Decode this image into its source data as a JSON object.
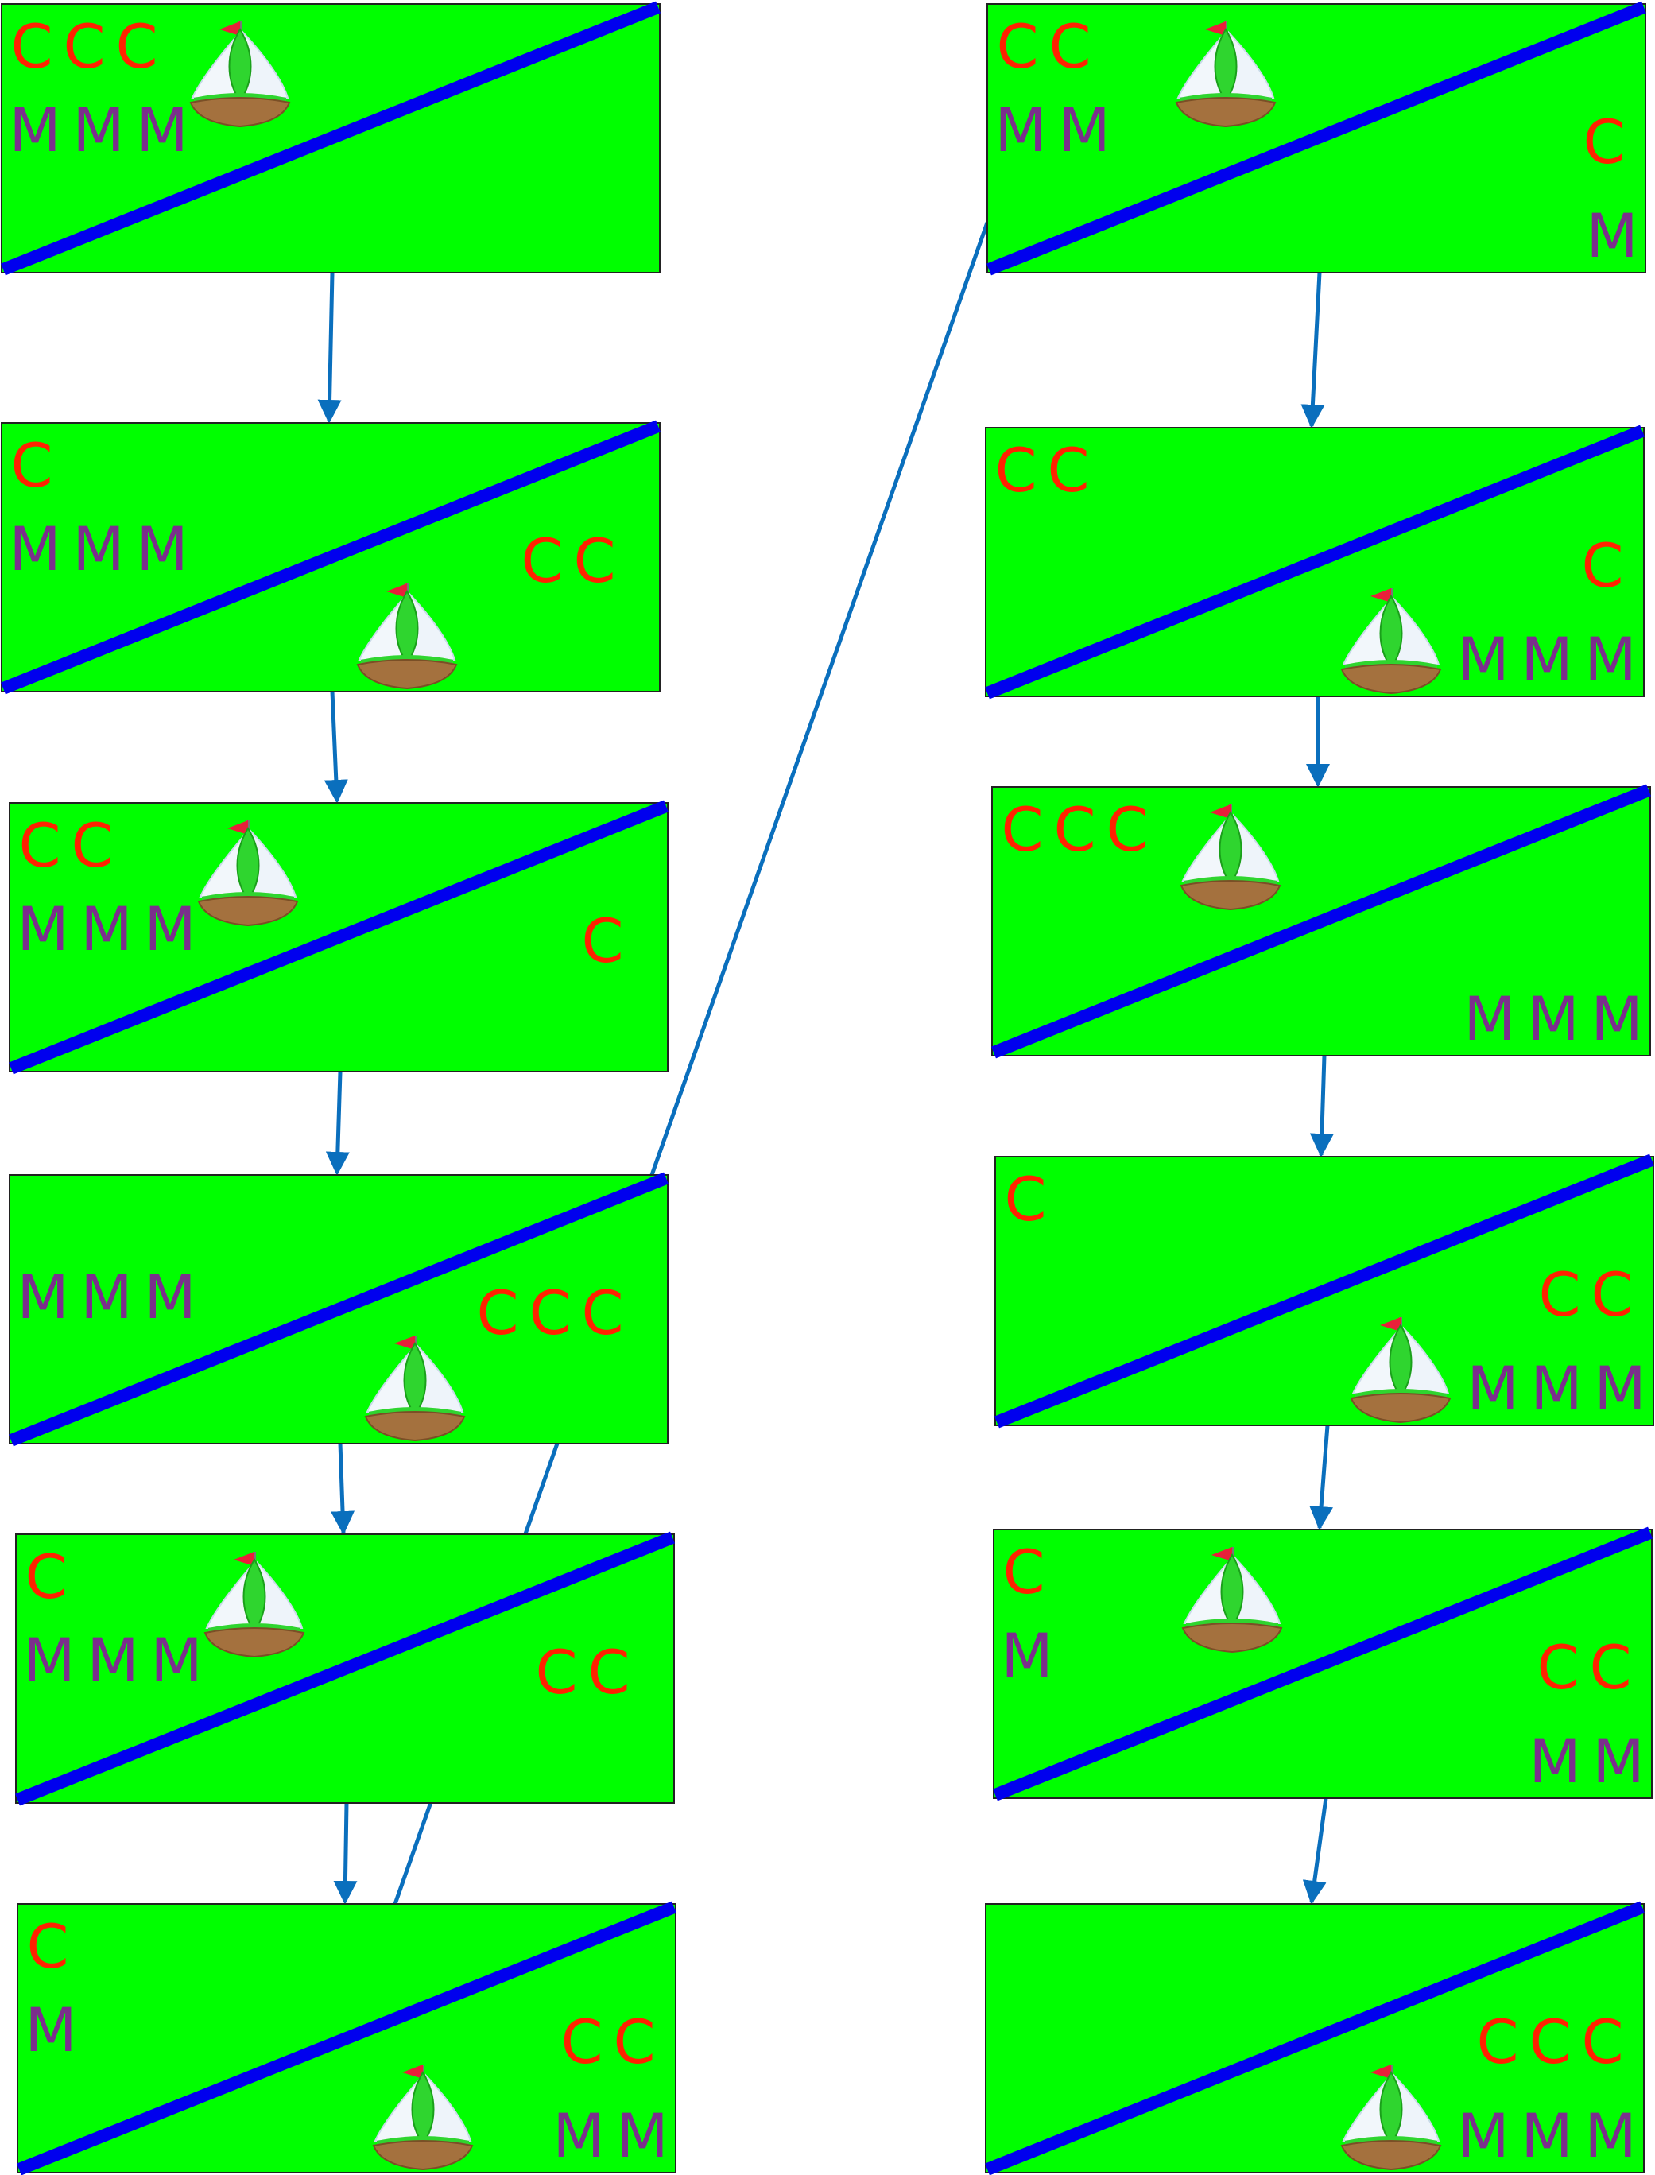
{
  "colors": {
    "bank": "#00ff00",
    "border": "#222222",
    "river": "#0000ee",
    "arrow": "#0a6fbd",
    "cannibal": "#ff2200",
    "missionary": "#7b2f8c",
    "background": "#ffffff"
  },
  "icon": "sailboat-icon",
  "glyphs": {
    "cannibal": "C",
    "missionary": "M"
  },
  "states": [
    {
      "boat": "left",
      "left": {
        "c": 3,
        "m": 3
      },
      "right": {
        "c": 0,
        "m": 0
      }
    },
    {
      "boat": "right",
      "left": {
        "c": 1,
        "m": 3
      },
      "right": {
        "c": 2,
        "m": 0
      }
    },
    {
      "boat": "left",
      "left": {
        "c": 2,
        "m": 3
      },
      "right": {
        "c": 1,
        "m": 0
      }
    },
    {
      "boat": "right",
      "left": {
        "c": 0,
        "m": 3
      },
      "right": {
        "c": 3,
        "m": 0
      }
    },
    {
      "boat": "left",
      "left": {
        "c": 1,
        "m": 3
      },
      "right": {
        "c": 2,
        "m": 0
      }
    },
    {
      "boat": "right",
      "left": {
        "c": 1,
        "m": 1
      },
      "right": {
        "c": 2,
        "m": 2
      }
    },
    {
      "boat": "left",
      "left": {
        "c": 2,
        "m": 2
      },
      "right": {
        "c": 1,
        "m": 1
      }
    },
    {
      "boat": "right",
      "left": {
        "c": 2,
        "m": 0
      },
      "right": {
        "c": 1,
        "m": 3
      }
    },
    {
      "boat": "left",
      "left": {
        "c": 3,
        "m": 0
      },
      "right": {
        "c": 0,
        "m": 3
      }
    },
    {
      "boat": "right",
      "left": {
        "c": 1,
        "m": 0
      },
      "right": {
        "c": 2,
        "m": 3
      }
    },
    {
      "boat": "left",
      "left": {
        "c": 1,
        "m": 1
      },
      "right": {
        "c": 2,
        "m": 2
      }
    },
    {
      "boat": "right",
      "left": {
        "c": 0,
        "m": 0
      },
      "right": {
        "c": 3,
        "m": 3
      }
    }
  ]
}
